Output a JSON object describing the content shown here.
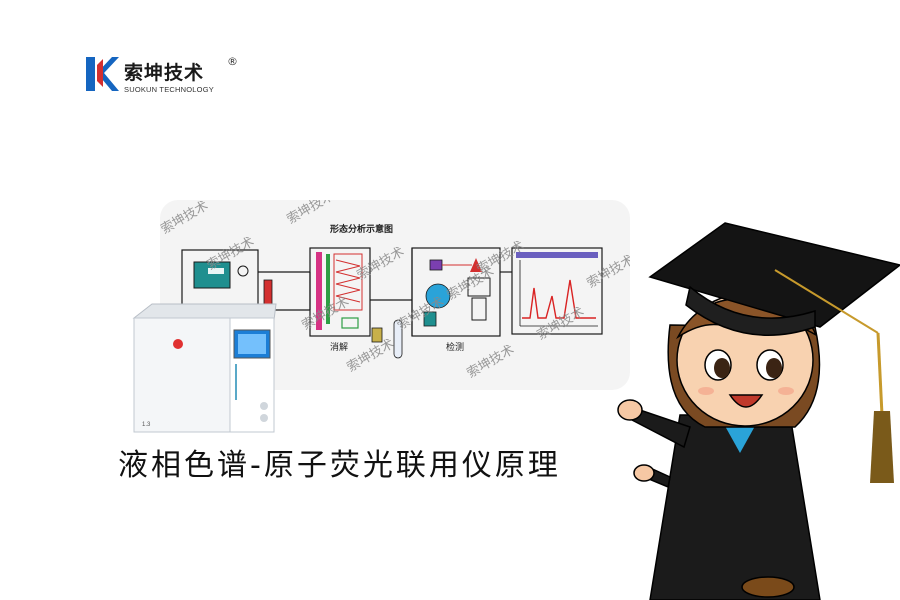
{
  "brand": {
    "name_cn": "索坤技术",
    "registered_mark": "®",
    "name_en": "SUOKUN TECHNOLOGY",
    "logo_colors": {
      "blue": "#1565c0",
      "red": "#d32f2f"
    }
  },
  "diagram": {
    "title": "形态分析示意图",
    "digestion_label": "消解",
    "detection_label": "检测",
    "watermark_text": "索坤技术",
    "peak_color": "#d92323",
    "line_color": "#1a1a1a"
  },
  "main_title": "液相色谱-原子荧光联用仪原理",
  "instrument_badge": "1.3"
}
